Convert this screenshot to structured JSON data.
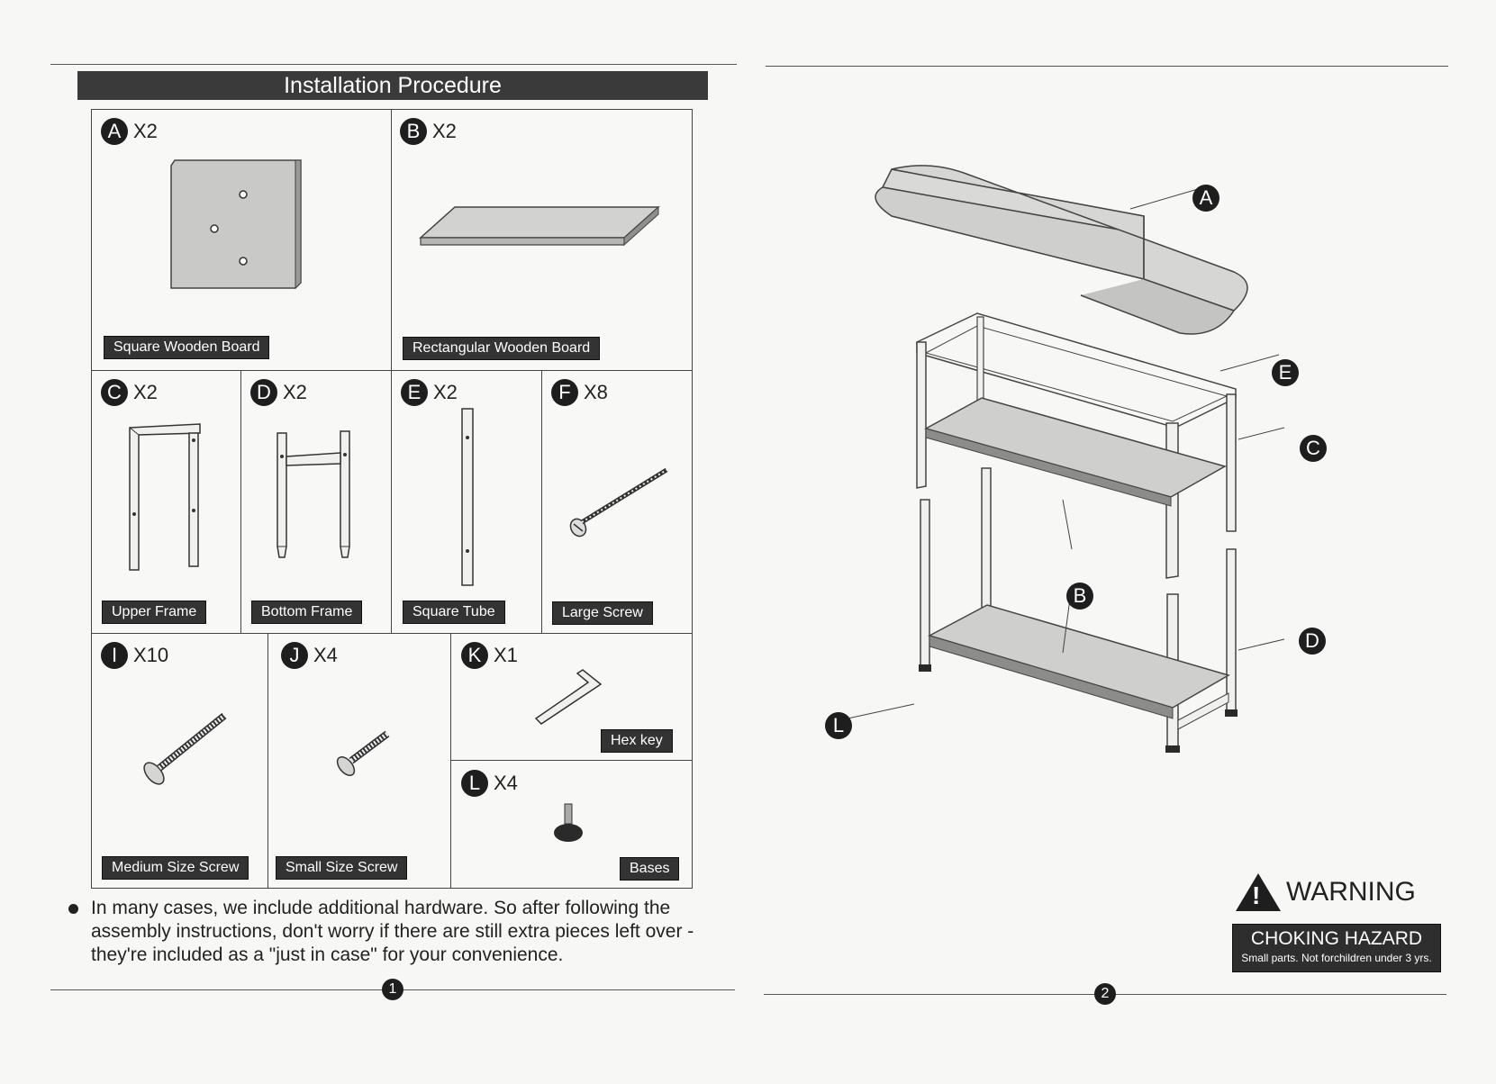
{
  "page1": {
    "title": "Installation Procedure",
    "page_number": "1",
    "note": "In many cases, we include additional hardware. So after following the assembly instructions, don't worry if there are still extra pieces left over - they're included as a \"just in case\" for your convenience."
  },
  "parts": {
    "A": {
      "letter": "A",
      "qty": "X2",
      "name": "Square Wooden Board"
    },
    "B": {
      "letter": "B",
      "qty": "X2",
      "name": "Rectangular Wooden Board"
    },
    "C": {
      "letter": "C",
      "qty": "X2",
      "name": "Upper Frame"
    },
    "D": {
      "letter": "D",
      "qty": "X2",
      "name": "Bottom Frame"
    },
    "E": {
      "letter": "E",
      "qty": "X2",
      "name": "Square Tube"
    },
    "F": {
      "letter": "F",
      "qty": "X8",
      "name": "Large Screw"
    },
    "I": {
      "letter": "I",
      "qty": "X10",
      "name": "Medium Size Screw"
    },
    "J": {
      "letter": "J",
      "qty": "X4",
      "name": "Small Size Screw"
    },
    "K": {
      "letter": "K",
      "qty": "X1",
      "name": "Hex key"
    },
    "L": {
      "letter": "L",
      "qty": "X4",
      "name": "Bases"
    }
  },
  "page2": {
    "page_number": "2",
    "callouts": {
      "A": "A",
      "E": "E",
      "C": "C",
      "B": "B",
      "D": "D",
      "L": "L"
    },
    "warning": {
      "heading": "WARNING",
      "symbol": "!",
      "hazard_title": "CHOKING HAZARD",
      "hazard_sub": "Small parts. Not forchildren under 3 yrs."
    }
  }
}
